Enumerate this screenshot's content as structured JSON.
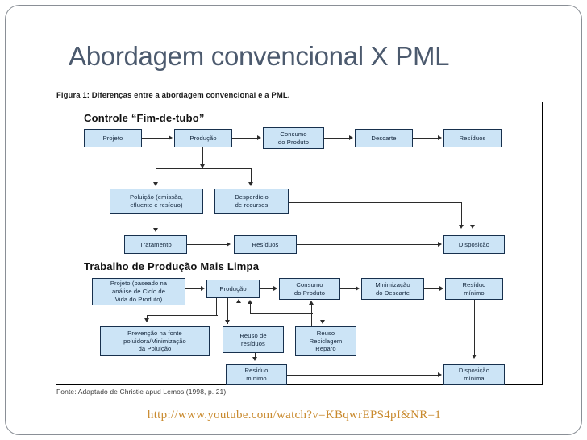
{
  "slide": {
    "title": "Abordagem convencional X PML",
    "title_color": "#4c5a6e",
    "caption": "Figura 1: Diferenças entre a abordagem convencional e a PML.",
    "fonte": "Fonte: Adaptado de Christie apud Lemos (1998, p. 21).",
    "url": "http://www.youtube.com/watch?v=KBqwrEPS4pI&NR=1",
    "url_color": "#c98a2e"
  },
  "figure": {
    "box_fill": "#cce4f6",
    "box_border": "#17304d",
    "diagrams": [
      {
        "heading": "Controle “Fim-de-tubo”",
        "nodes": [
          {
            "id": "projeto",
            "label": "Projeto"
          },
          {
            "id": "producao",
            "label": "Produção"
          },
          {
            "id": "consumo",
            "label": "Consumo\ndo Produto"
          },
          {
            "id": "descarte",
            "label": "Descarte"
          },
          {
            "id": "residuos1",
            "label": "Resíduos"
          },
          {
            "id": "poluicao",
            "label": "Poluição (emissão,\nefluente e resíduo)"
          },
          {
            "id": "desperdicio",
            "label": "Desperdício\nde recursos"
          },
          {
            "id": "tratamento",
            "label": "Tratamento"
          },
          {
            "id": "residuos2",
            "label": "Resíduos"
          },
          {
            "id": "disposicao",
            "label": "Disposição"
          }
        ],
        "edges": [
          [
            "projeto",
            "producao"
          ],
          [
            "producao",
            "consumo"
          ],
          [
            "consumo",
            "descarte"
          ],
          [
            "descarte",
            "residuos1"
          ],
          [
            "producao",
            "poluicao"
          ],
          [
            "producao",
            "desperdicio"
          ],
          [
            "poluicao",
            "tratamento"
          ],
          [
            "tratamento",
            "residuos2"
          ],
          [
            "residuos2",
            "disposicao"
          ],
          [
            "desperdicio",
            "disposicao"
          ],
          [
            "residuos1",
            "disposicao"
          ]
        ]
      },
      {
        "heading": "Trabalho de Produção Mais Limpa",
        "nodes": [
          {
            "id": "projeto2",
            "label": "Projeto (baseado na\nanálise de Ciclo de\nVida do Produto)"
          },
          {
            "id": "producao2",
            "label": "Produção"
          },
          {
            "id": "consumo2",
            "label": "Consumo\ndo Produto"
          },
          {
            "id": "minimizacao",
            "label": "Minimização\ndo Descarte"
          },
          {
            "id": "resmin1",
            "label": "Resíduo\nmínimo"
          },
          {
            "id": "prevencao",
            "label": "Prevenção na fonte\npoluidora/Minimização\nda Poluição"
          },
          {
            "id": "reuso",
            "label": "Reuso de\nresíduos"
          },
          {
            "id": "reciclagem",
            "label": "Reuso\nReciclagem\nReparo"
          },
          {
            "id": "resmin2",
            "label": "Resíduo\nmínimo"
          },
          {
            "id": "dispmin",
            "label": "Disposição\nmínima"
          }
        ],
        "edges": [
          [
            "projeto2",
            "producao2"
          ],
          [
            "producao2",
            "consumo2"
          ],
          [
            "consumo2",
            "minimizacao"
          ],
          [
            "minimizacao",
            "resmin1"
          ],
          [
            "projeto2",
            "prevencao"
          ],
          [
            "producao2",
            "reuso"
          ],
          [
            "reuso",
            "producao2"
          ],
          [
            "consumo2",
            "reciclagem"
          ],
          [
            "reciclagem",
            "producao2"
          ],
          [
            "reciclagem",
            "consumo2"
          ],
          [
            "reuso",
            "resmin2"
          ],
          [
            "resmin2",
            "dispmin"
          ],
          [
            "resmin1",
            "dispmin"
          ]
        ]
      }
    ]
  }
}
